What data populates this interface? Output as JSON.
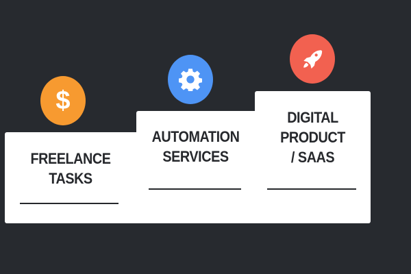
{
  "steps": [
    {
      "label_line1": "FREELANCE",
      "label_line2": "TASKS",
      "icon": "dollar-icon",
      "color": "#f79a30"
    },
    {
      "label_line1": "AUTOMATION",
      "label_line2": "SERVICES",
      "icon": "gear-icon",
      "color": "#4e94f5"
    },
    {
      "label_line1": "DIGITAL",
      "label_line2": "PRODUCT",
      "label_line3": "/ SAAS",
      "icon": "rocket-icon",
      "color": "#f26150"
    }
  ],
  "dollar_symbol": "$"
}
